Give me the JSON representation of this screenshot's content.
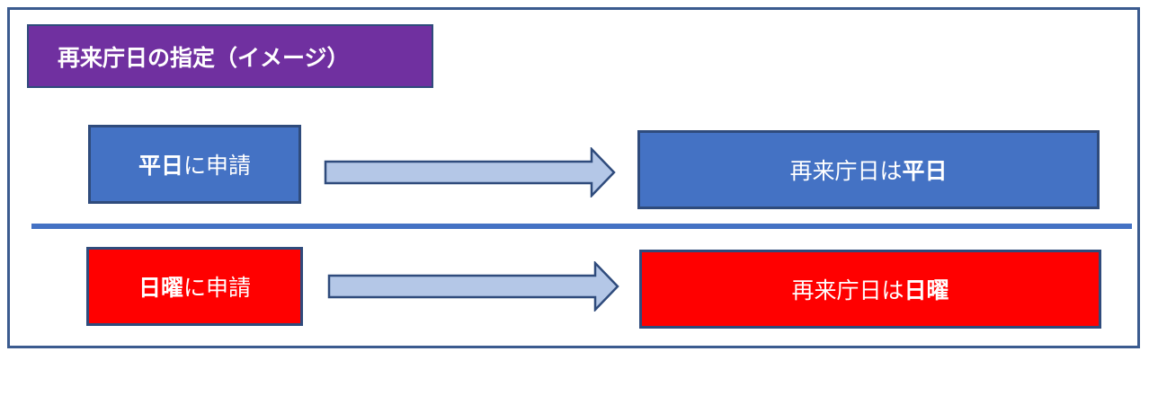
{
  "title": "再来庁日の指定（イメージ）",
  "rows": [
    {
      "request_bold": "平日",
      "request_rest": "に申請",
      "result_prefix": "再来庁日は",
      "result_bold": "平日"
    },
    {
      "request_bold": "日曜",
      "request_rest": "に申請",
      "result_prefix": "再来庁日は",
      "result_bold": "日曜"
    }
  ],
  "colors": {
    "title_bg": "#7030a0",
    "weekday_bg": "#4472c4",
    "sunday_bg": "#ff0000",
    "arrow_fill": "#b4c7e7",
    "border": "#2f4b7c"
  }
}
